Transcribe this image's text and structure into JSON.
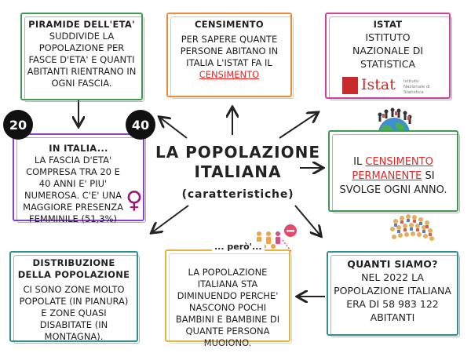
{
  "center": {
    "title_line1": "La popolazione",
    "title_line2": "italiana",
    "subtitle": "(caratteristiche)"
  },
  "piramide": {
    "heading": "Piramide dell'eta'",
    "text": "suddivide la popolazione per fasce d'eta' e quanti abitanti rientrano in ogni fascia."
  },
  "censimento": {
    "heading": "Censimento",
    "text": "Per sapere quante persone abitano in Italia l'Istat fa il",
    "link": "censimento"
  },
  "istat": {
    "heading": "Istat",
    "text": "Istituto nazionale di statistica",
    "logo_word": "Istat",
    "logo_sub": "Istituto Nazionale di Statistica"
  },
  "italia": {
    "heading": "In Italia...",
    "badge_left": "20",
    "badge_right": "40",
    "text": "la fascia d'eta' compresa tra 20 e 40 anni e' piu' numerosa. c'e' una maggiore presenza femminile (51,3%)"
  },
  "permanente": {
    "pre": "Il",
    "link": "censimento permanente",
    "post": "si svolge ogni anno."
  },
  "distribuzione": {
    "heading": "Distribuzione della popolazione",
    "text": "Ci sono zone molto popolate (in pianura) e zone quasi disabitate (in montagna)."
  },
  "pero": {
    "label": "... però'...",
    "text": "La popolazione italiana sta diminuendo perche' nascono pochi bambini e bambine di quante persona muoiono."
  },
  "quanti": {
    "heading": "Quanti siamo?",
    "text": "Nel 2022 la popolazione italiana era di 58 983 122 abitanti"
  },
  "colors": {
    "accent_red": "#d62b2b",
    "green": "#3f9a52",
    "orange": "#f08a35",
    "pink": "#d3419e",
    "purple": "#8b3fd1",
    "teal": "#2f8f96",
    "yellow": "#e3b63e"
  },
  "icons": [
    "arrow-icon",
    "female-symbol-icon",
    "globe-people-icon",
    "crowd-icon",
    "people-decrease-icon",
    "istat-logo"
  ]
}
